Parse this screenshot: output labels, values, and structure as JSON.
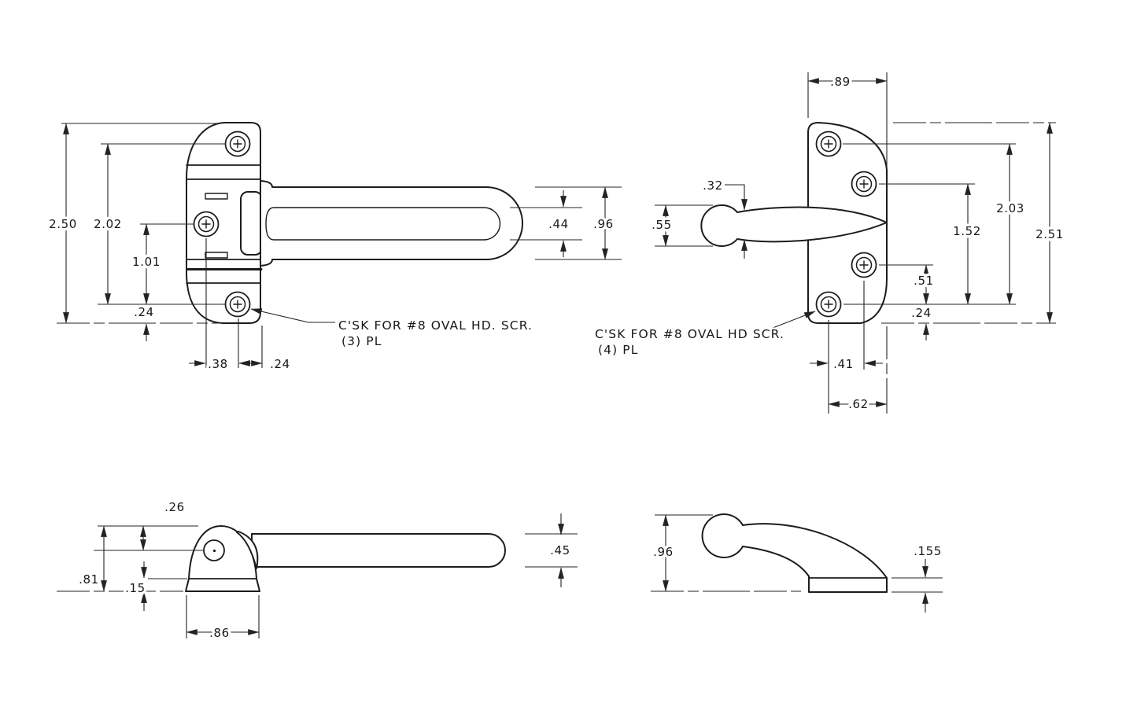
{
  "sheet": {
    "background": "#ffffff",
    "ink": "#1c1c1c"
  },
  "views": {
    "guard_front": {
      "note": {
        "line1": "C'SK FOR #8 OVAL HD. SCR.",
        "line2": "(3) PL"
      },
      "dims": {
        "overall_height": "2.50",
        "hole_span_outer": "2.02",
        "hole_span_lower": "1.01",
        "bottom_hole_to_edge": ".24",
        "hole_offset_horizontal": ".38",
        "hole_to_edge_horizontal": ".24",
        "slot_inner_width": ".44",
        "bar_outer_width": ".96"
      }
    },
    "keeper_front": {
      "note": {
        "line1": "C'SK FOR #8 OVAL HD SCR.",
        "line2": "(4) PL"
      },
      "dims": {
        "plate_width": ".89",
        "knob_neck_width": ".32",
        "knob_ball_diameter": ".55",
        "hole_span_outer": "2.03",
        "hole_span_inner": "1.52",
        "overall_height": "2.51",
        "lower_hole_span": ".51",
        "bottom_hole_to_edge": ".24",
        "hole_offset_horizontal": ".41",
        "hole_to_edge_horizontal": ".62"
      }
    },
    "guard_side": {
      "dims": {
        "top_to_hole_center": ".26",
        "overall_height": ".81",
        "base_thickness": ".15",
        "base_width": ".86",
        "bar_thickness": ".45"
      }
    },
    "keeper_side": {
      "dims": {
        "overall_height": ".96",
        "base_thickness": ".155"
      }
    }
  }
}
